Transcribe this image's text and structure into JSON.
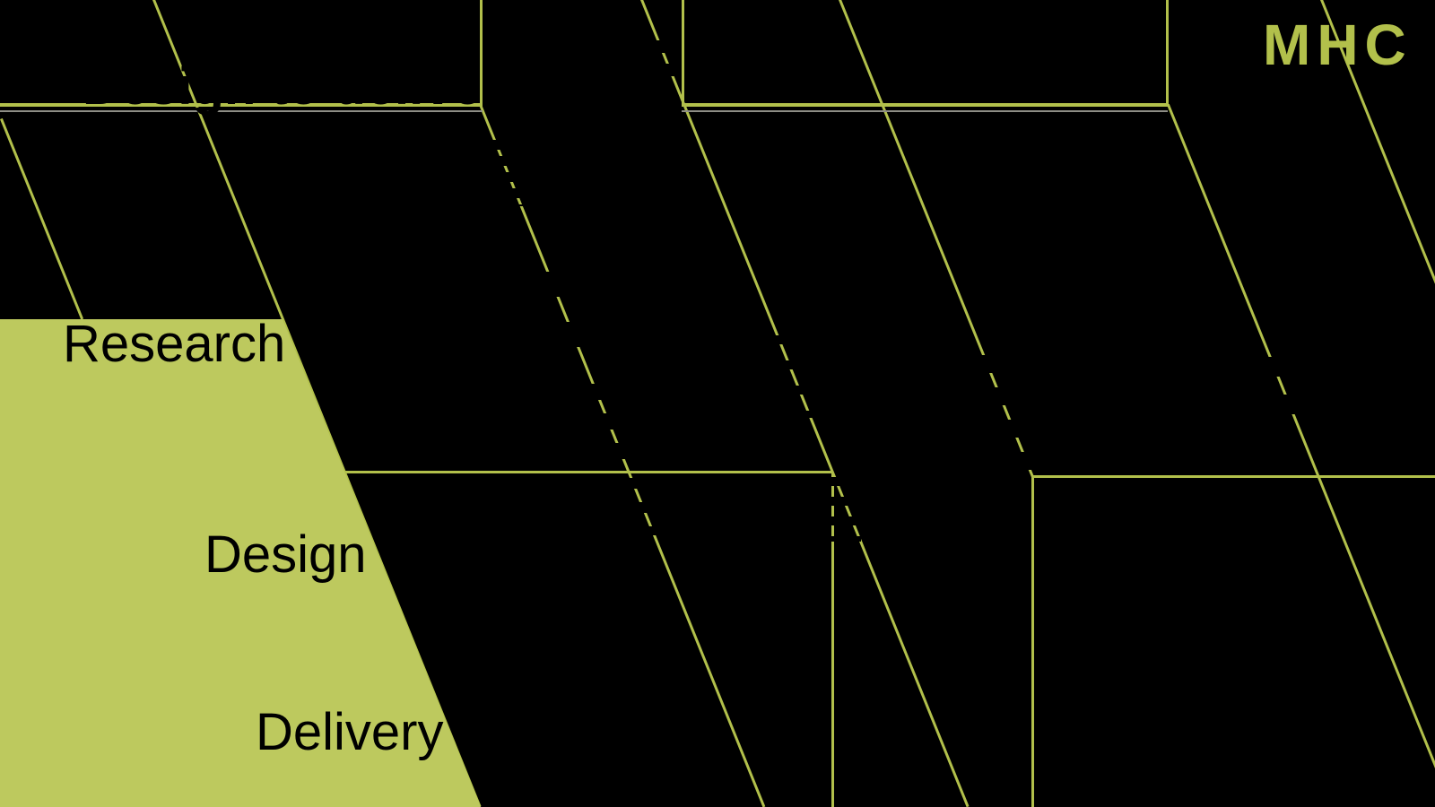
{
  "theme": {
    "background": "#000000",
    "accent": "#b2c04b",
    "panel_fill": "#bdc95e",
    "divider_gray": "#8d8d85"
  },
  "brand": {
    "logo_text": "MHC"
  },
  "heading": {
    "title": "Design to delivery"
  },
  "process": {
    "steps": [
      {
        "label": "Research"
      },
      {
        "label": "Design"
      },
      {
        "label": "Delivery"
      }
    ]
  }
}
